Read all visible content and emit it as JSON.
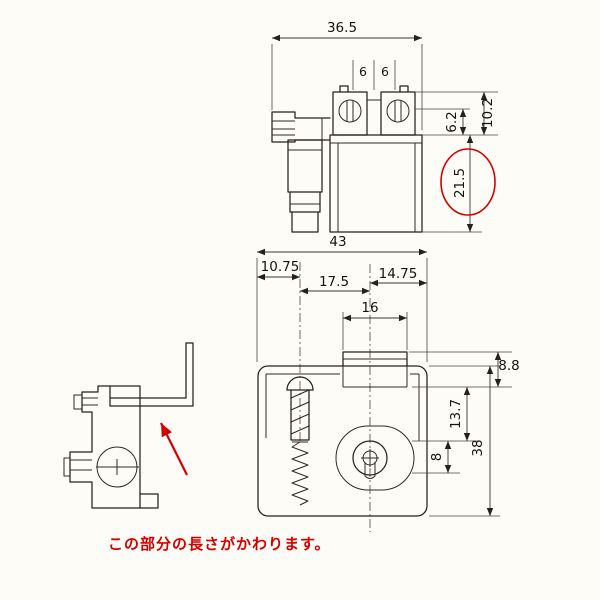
{
  "drawing": {
    "accent": "#d40000",
    "note": "この部分の長さがかわります。",
    "dims": {
      "w36_5": "36.5",
      "g6a": "6",
      "g6b": "6",
      "h6_2": "6.2",
      "h10_2": "10.2",
      "h21_5": "21.5",
      "w43": "43",
      "w10_75": "10.75",
      "w17_5": "17.5",
      "w14_75": "14.75",
      "w16": "16",
      "d8_8": "8.8",
      "d13_7": "13.7",
      "d8": "8",
      "d38": "38"
    }
  }
}
